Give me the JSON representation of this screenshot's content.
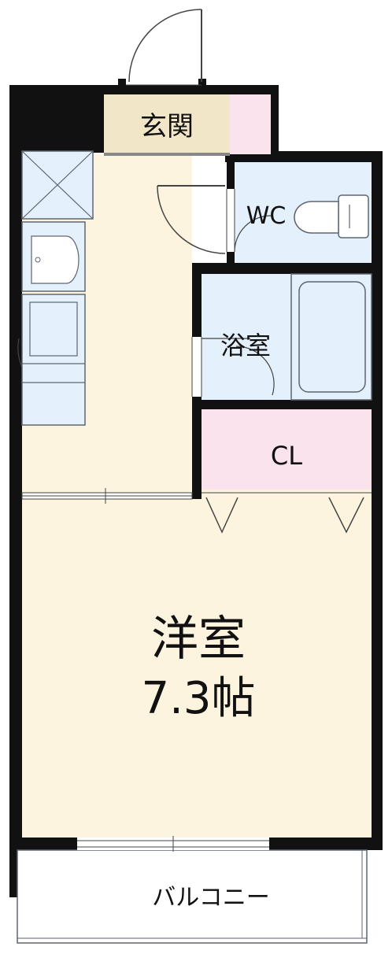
{
  "floorplan": {
    "rooms": {
      "entrance": {
        "label": "玄関"
      },
      "wc": {
        "label": "WC"
      },
      "bath": {
        "label": "浴室"
      },
      "closet": {
        "label": "CL"
      },
      "western_room": {
        "label": "洋室",
        "size": "7.3帖"
      },
      "balcony": {
        "label": "バルコニー"
      }
    },
    "colors": {
      "wall": "#111111",
      "floor": "#fcf4de",
      "entrance_floor": "#f2e6c8",
      "wet_area": "#e4f0fb",
      "closet": "#fbe3ee",
      "fixture_stroke": "#5e6670",
      "door_line": "#444444"
    }
  }
}
